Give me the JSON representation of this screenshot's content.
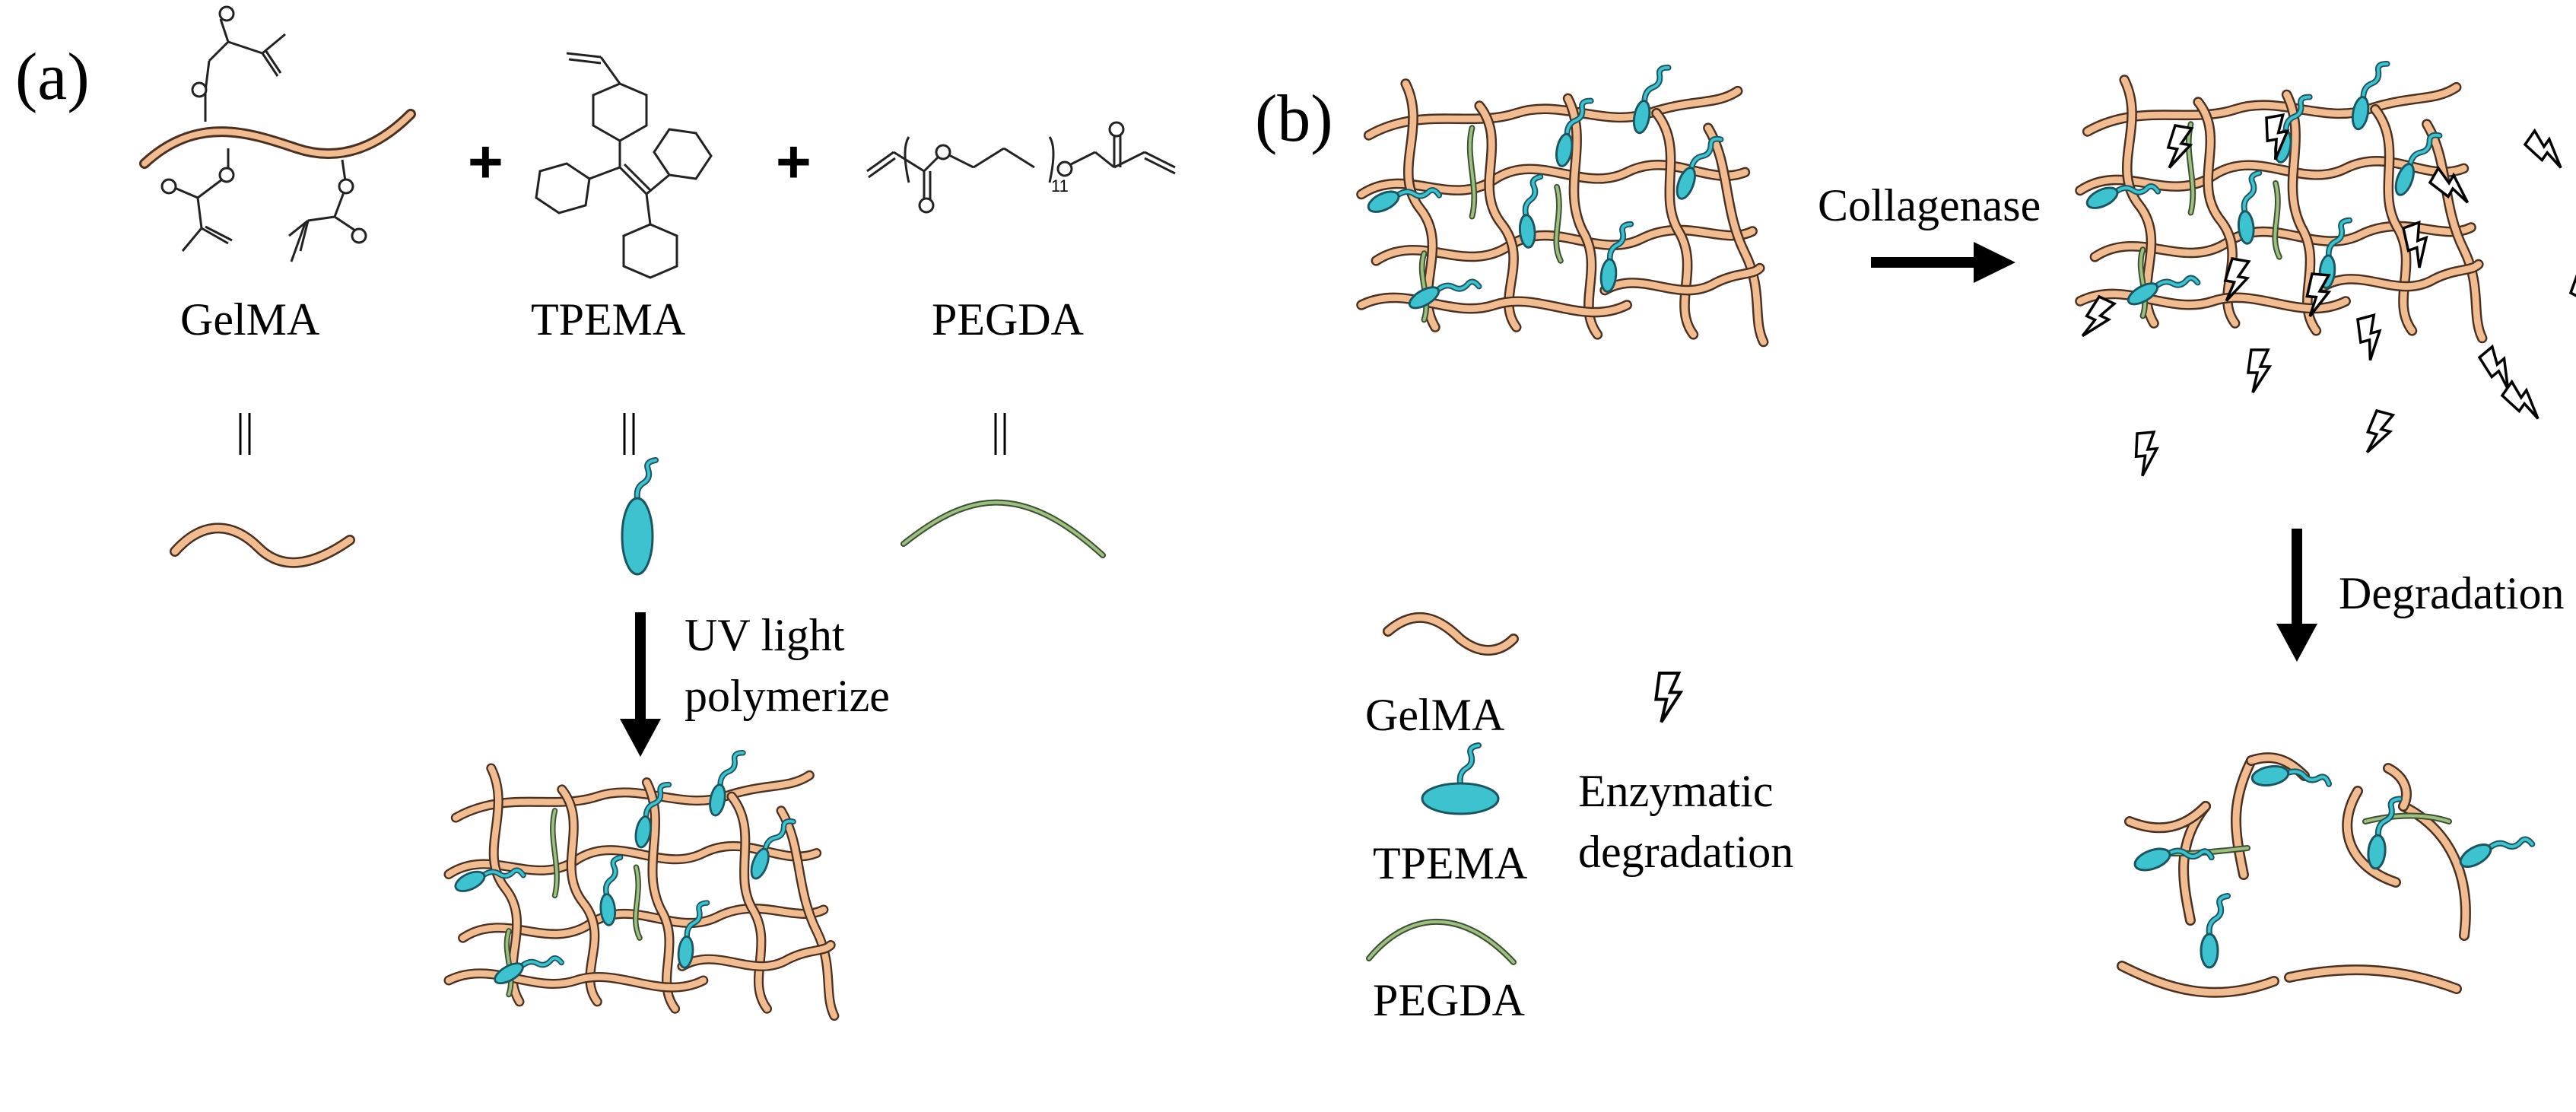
{
  "panels": {
    "a": "(a)",
    "b": "(b)"
  },
  "components": {
    "gelma": "GelMA",
    "tpema": "TPEMA",
    "pegda": "PEGDA",
    "plus": "+",
    "equals": "||",
    "pegda_repeat": "11"
  },
  "steps": {
    "uv_line1": "UV light",
    "uv_line2": "polymerize",
    "collagenase": "Collagenase",
    "degradation": "Degradation"
  },
  "legend": {
    "gelma": "GelMA",
    "tpema": "TPEMA",
    "pegda": "PEGDA",
    "enzymatic_line1": "Enzymatic",
    "enzymatic_line2": "degradation"
  },
  "colors": {
    "gelma_fill": "#f2bc91",
    "gelma_stroke": "#4a3020",
    "tpema_fill": "#3dc3d0",
    "tpema_stroke": "#1a5560",
    "pegda_fill": "#9fbf82",
    "pegda_stroke": "#3a5030"
  }
}
